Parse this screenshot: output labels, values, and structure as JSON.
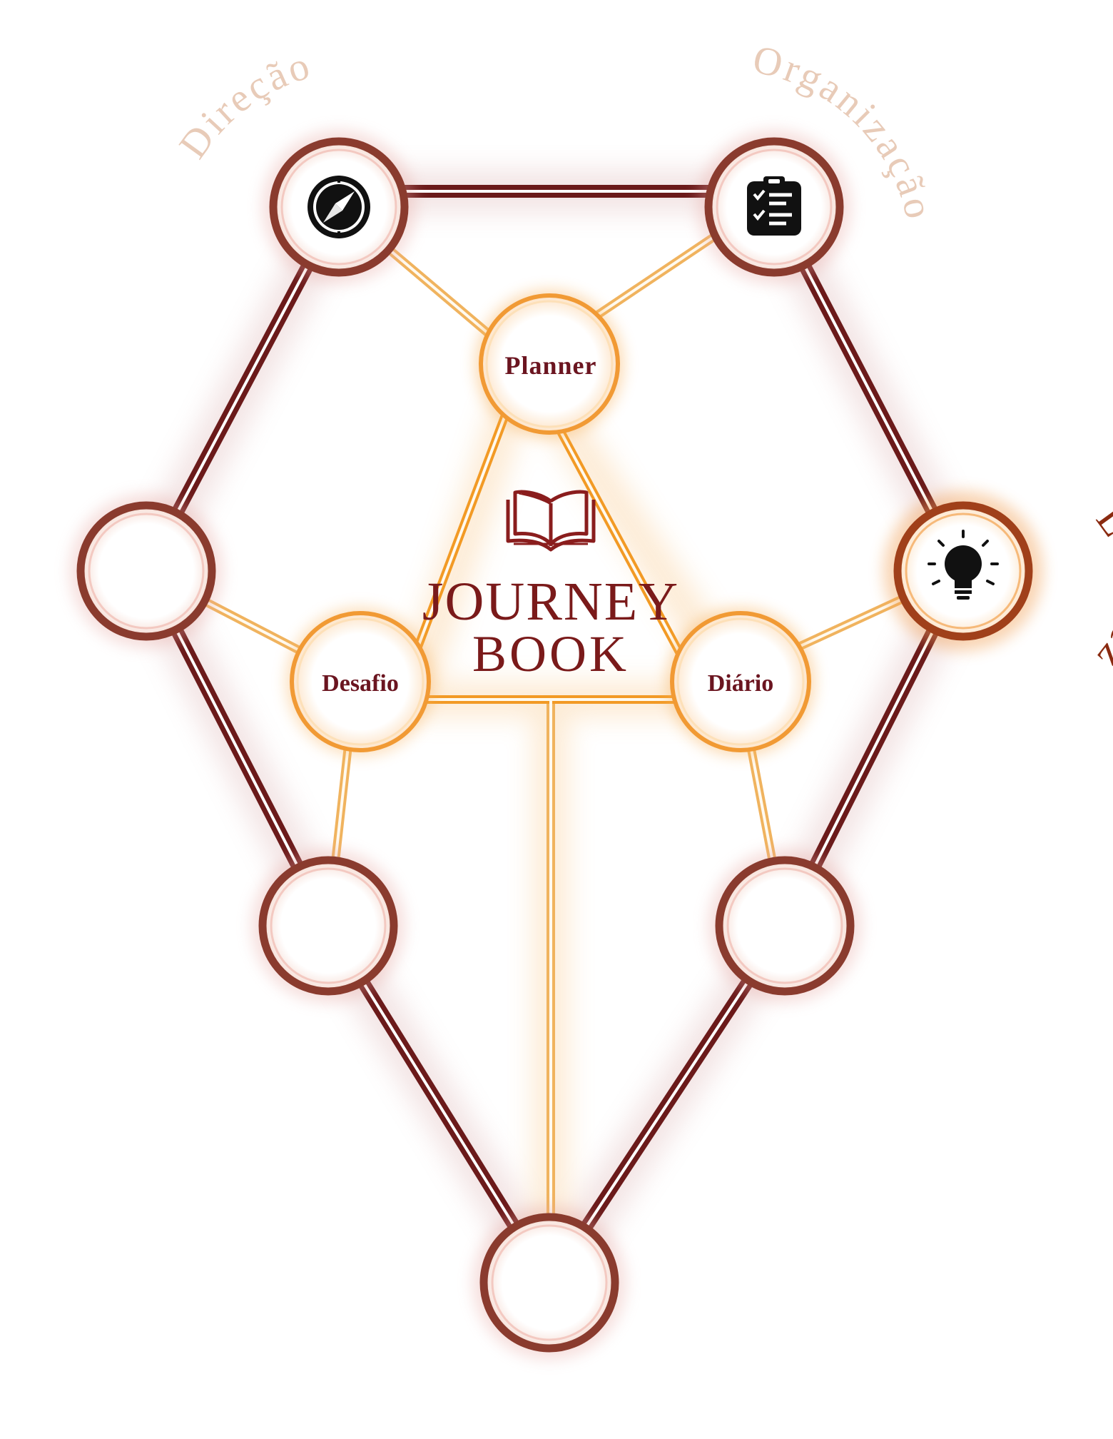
{
  "title": {
    "line1": "JOURNEY",
    "line2": "BOOK"
  },
  "arc_labels": {
    "direcao": "Direção",
    "organizacao": "Organização",
    "lucidez": "Lucidez"
  },
  "nodes": {
    "planner": "Planner",
    "desafio": "Desafio",
    "diario": "Diário"
  },
  "icons": {
    "direcao": "compass-icon",
    "organizacao": "clipboard-checklist-icon",
    "lucidez": "lightbulb-icon",
    "center": "open-book-icon"
  },
  "colors": {
    "dark_line": "#6b1a1a",
    "node_ring": "#8a3b2e",
    "glow_orange": "#f4a340",
    "soft_label": "#e8cbb8",
    "accent_label": "#8a2a10",
    "node_text": "#6b1520"
  }
}
